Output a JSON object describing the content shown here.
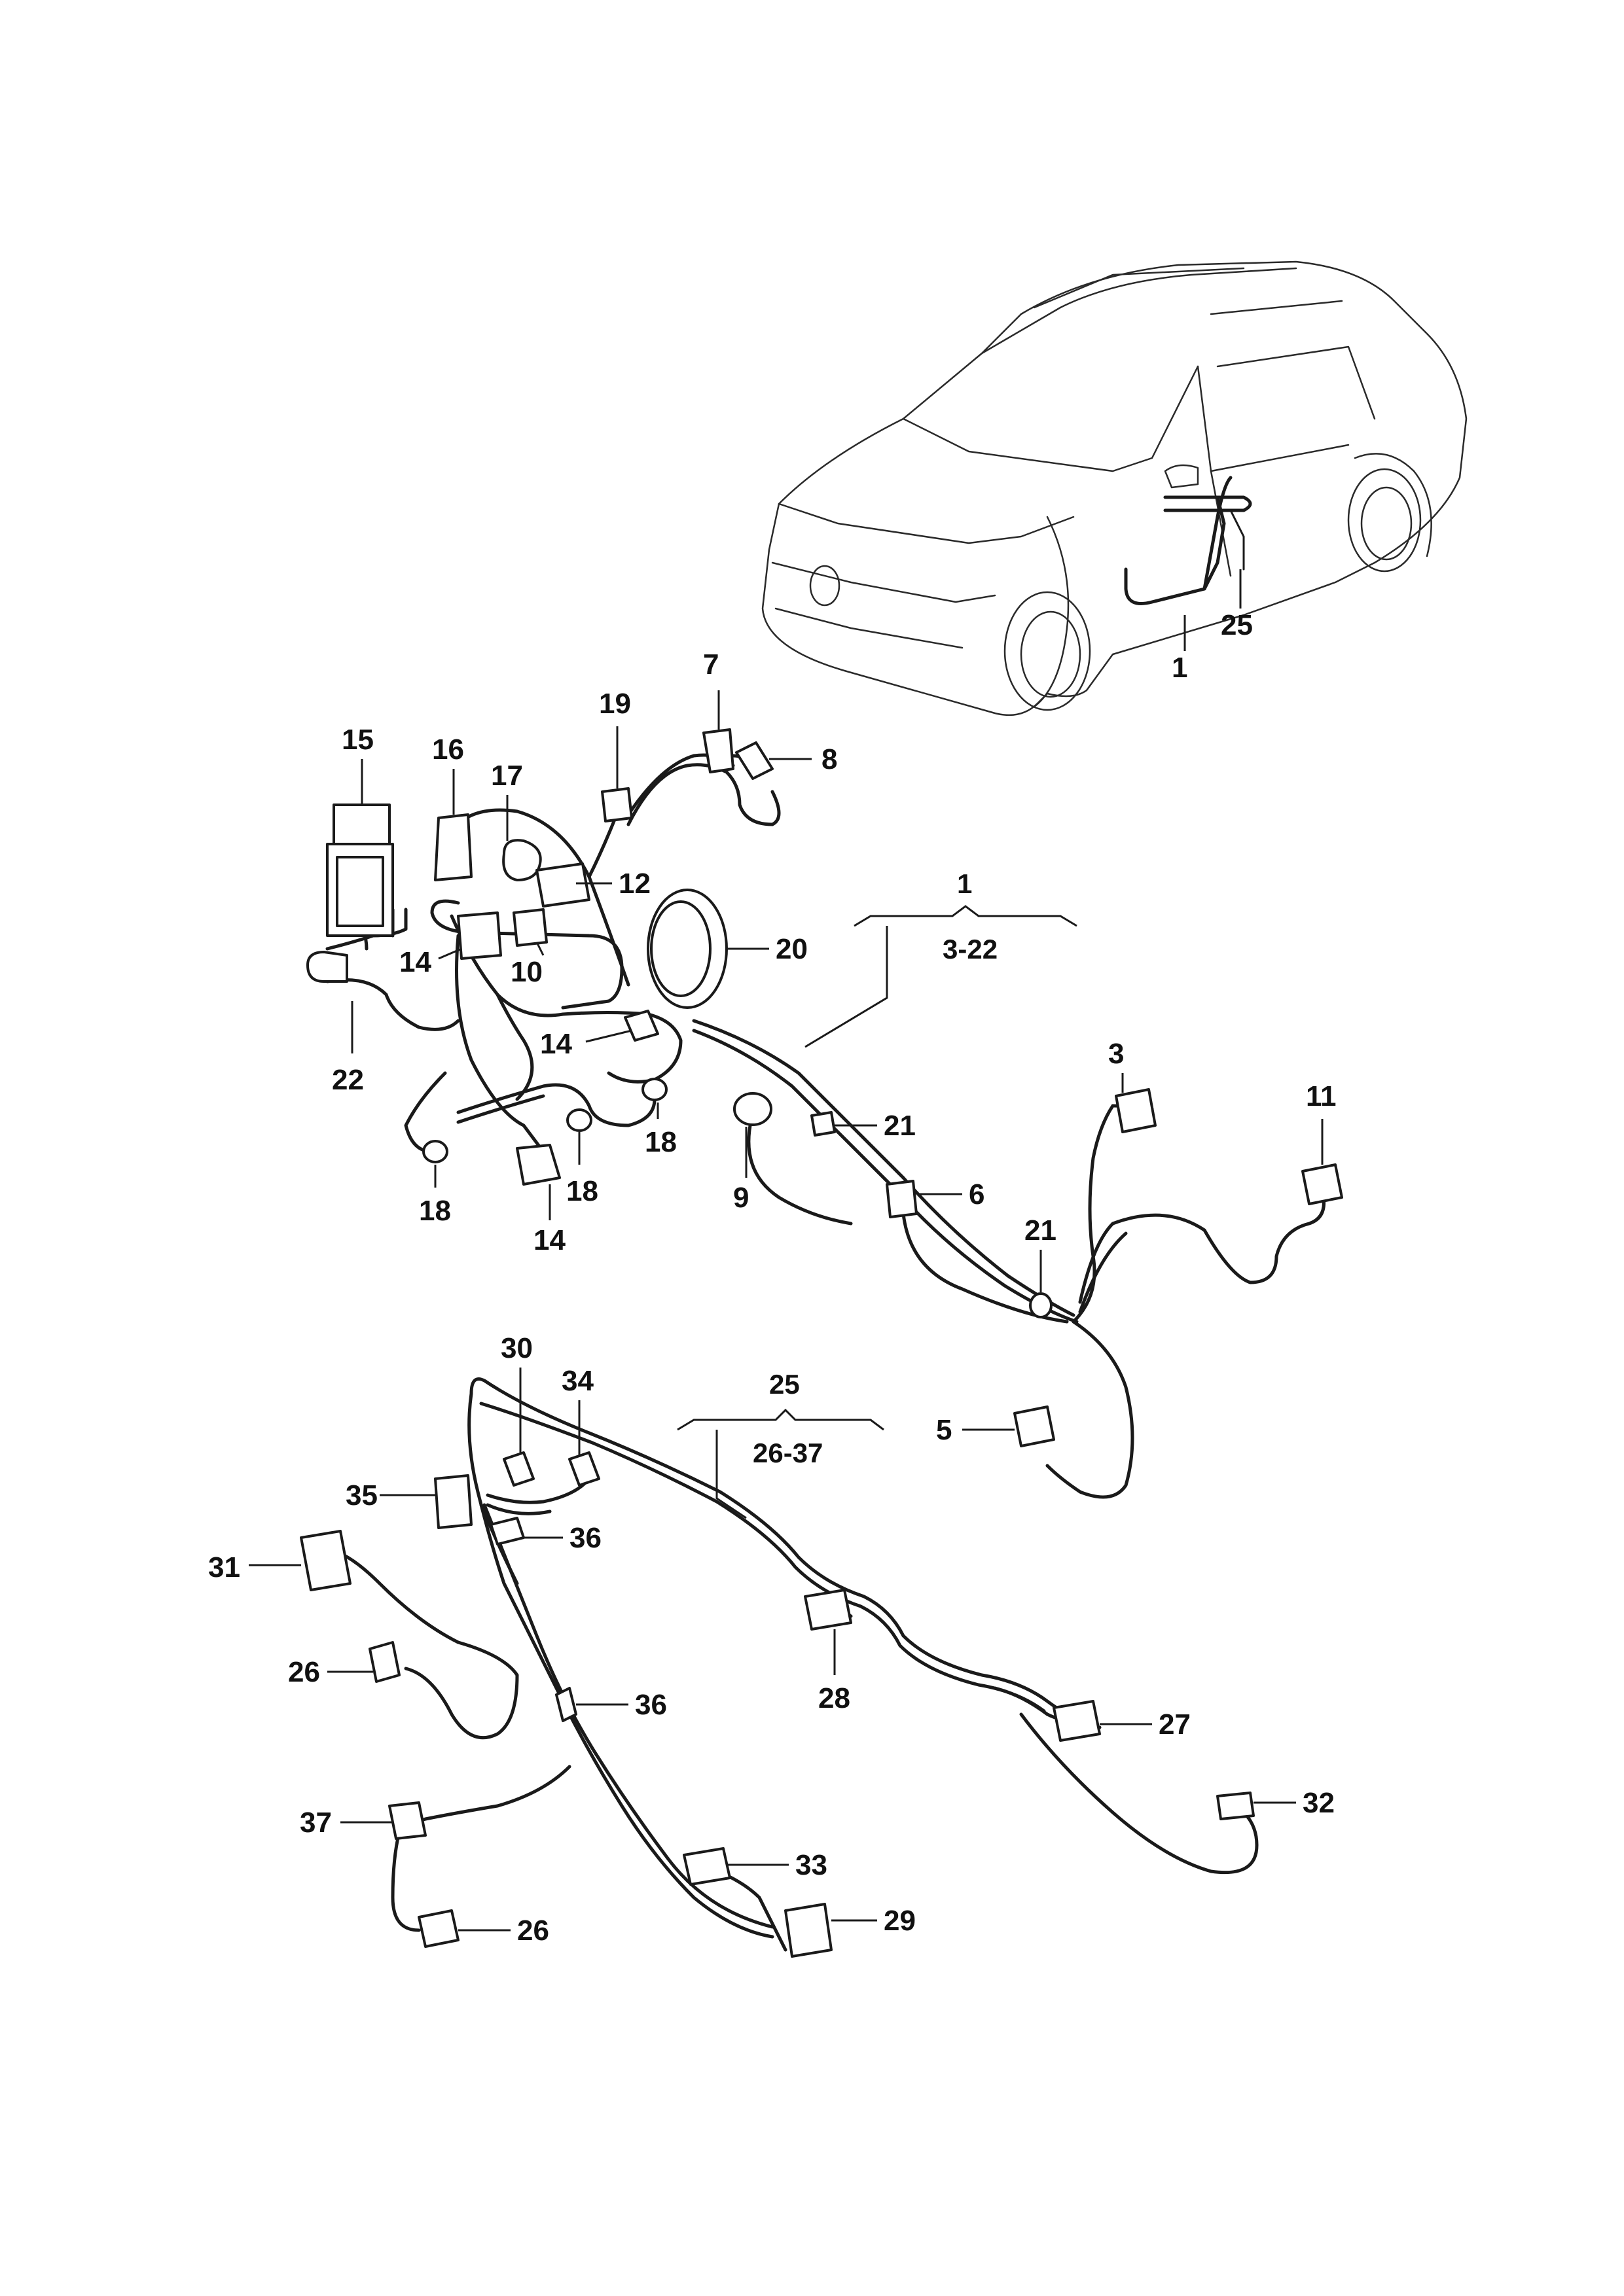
{
  "callouts": {
    "c1_car": "1",
    "c25_car": "25",
    "c7": "7",
    "c8": "8",
    "c19": "19",
    "c15": "15",
    "c16": "16",
    "c17": "17",
    "c12": "12",
    "c10": "10",
    "c14a": "14",
    "c14b": "14",
    "c14c": "14",
    "c20": "20",
    "c22": "22",
    "c18a": "18",
    "c18b": "18",
    "c18c": "18",
    "c9": "9",
    "c21a": "21",
    "c21b": "21",
    "c6": "6",
    "c3": "3",
    "c11": "11",
    "c5": "5",
    "c30": "30",
    "c34": "34",
    "c35": "35",
    "c31": "31",
    "c36a": "36",
    "c36b": "36",
    "c26a": "26",
    "c26b": "26",
    "c28": "28",
    "c27": "27",
    "c32": "32",
    "c37": "37",
    "c33": "33",
    "c29": "29"
  },
  "groups": {
    "g1_label": "1",
    "g1_range": "3-22",
    "g25_label": "25",
    "g25_range": "26-37"
  }
}
